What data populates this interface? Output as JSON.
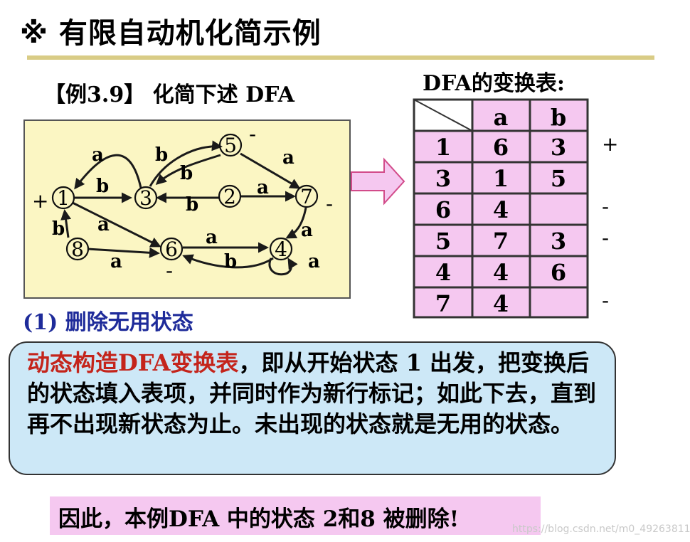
{
  "title": "※ 有限自动机化简示例",
  "example": "【例3.9】 化简下述 DFA",
  "table_caption": "DFA的变换表:",
  "diagram": {
    "nodes": [
      {
        "label": "1",
        "mark": "+"
      },
      {
        "label": "3",
        "mark": ""
      },
      {
        "label": "5",
        "mark": "-"
      },
      {
        "label": "2",
        "mark": ""
      },
      {
        "label": "7",
        "mark": "-"
      },
      {
        "label": "8",
        "mark": ""
      },
      {
        "label": "6",
        "mark": "-"
      },
      {
        "label": "4",
        "mark": ""
      }
    ],
    "edge_labels": {
      "e1_3": "b",
      "e3_1": "a",
      "e3_5": "b",
      "e5_3": "b",
      "e5_7": "a",
      "e2_7": "a",
      "e2_3": "b",
      "e1_6": "a",
      "e8_1": "b",
      "e8_6": "a",
      "e6_4": "a",
      "e4_6": "b",
      "e7_4": "a",
      "e4_4": "a"
    }
  },
  "table": {
    "headers": [
      "a",
      "b"
    ],
    "rows": [
      {
        "state": "1",
        "a": "6",
        "b": "3",
        "mark": "+"
      },
      {
        "state": "3",
        "a": "1",
        "b": "5",
        "mark": ""
      },
      {
        "state": "6",
        "a": "4",
        "b": "",
        "mark": "-"
      },
      {
        "state": "5",
        "a": "7",
        "b": "3",
        "mark": "-"
      },
      {
        "state": "4",
        "a": "4",
        "b": "6",
        "mark": ""
      },
      {
        "state": "7",
        "a": "4",
        "b": "",
        "mark": "-"
      }
    ],
    "colors": {
      "header_bg": "#f5c8f0",
      "cell_bg": "#f5c8f0",
      "border": "#333333"
    }
  },
  "step": "(1) 删除无用状态",
  "callout": {
    "highlight": "动态构造DFA变换表",
    "text": "，即从开始状态 1 出发，把变换后的状态填入表项，并同时作为新行标记；如此下去，直到再不出现新状态为止。未出现的状态就是无用的状态。"
  },
  "conclusion": "因此，本例DFA 中的状态 2和8 被删除!",
  "watermark": "https://blog.csdn.net/m0_49263811",
  "colors": {
    "diagram_bg": "#fbf6c3",
    "callout_bg": "#cde8f7",
    "highlight": "#c4241b",
    "step": "#1e2b9a",
    "arrow_fill": "#f5c8f0",
    "rule": "#d9cc86"
  }
}
